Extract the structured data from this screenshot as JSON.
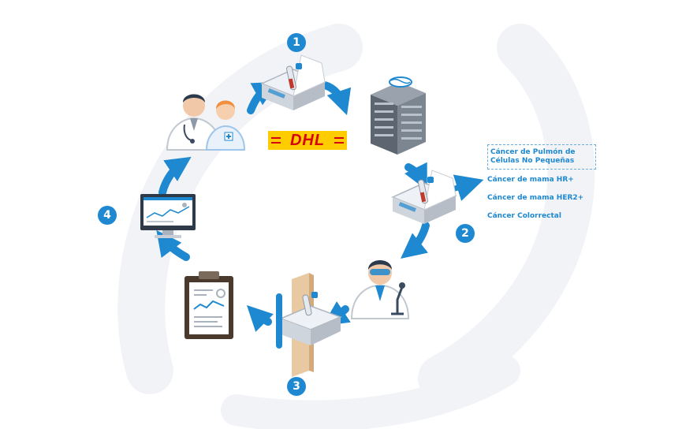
{
  "steps": [
    {
      "number": "1"
    },
    {
      "number": "2"
    },
    {
      "number": "3"
    },
    {
      "number": "4"
    }
  ],
  "courier": {
    "logo_text": "DHL"
  },
  "cancer_types": [
    "Cáncer de Pulmón de Células No Pequeñas",
    "Cáncer de mama HR+",
    "Cáncer de mama HER2+",
    "Cáncer Colorrectal"
  ],
  "colors": {
    "accent_blue": "#1e88d0",
    "box_gray": "#c9ced6",
    "dhl_yellow": "#ffcc00",
    "dhl_red": "#d40511",
    "building_gray": "#6f7780",
    "background_swirl": "#f3f5f8"
  },
  "icons": [
    "doctor-nurse-icon",
    "sample-box-icon",
    "laboratory-building-icon",
    "scientist-microscope-icon",
    "clipboard-report-icon",
    "computer-monitor-icon"
  ]
}
